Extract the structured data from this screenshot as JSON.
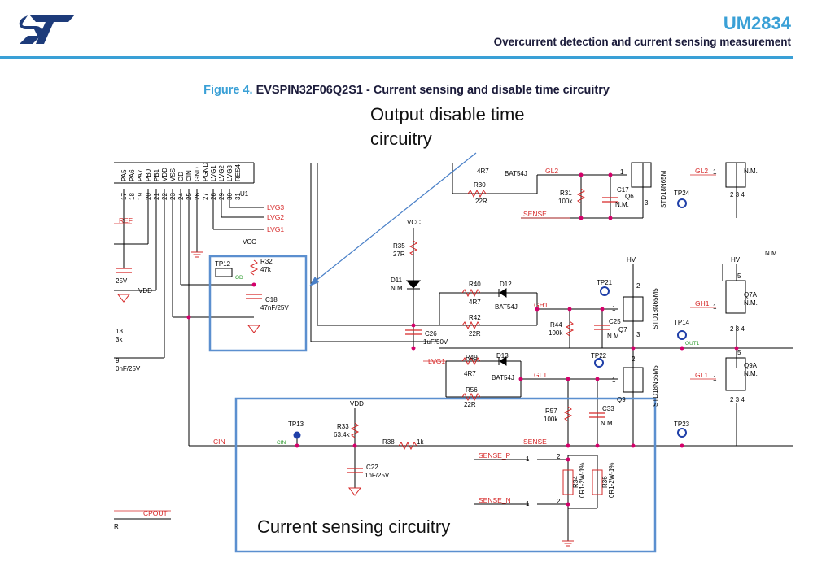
{
  "header": {
    "doc_id": "UM2834",
    "subtitle": "Overcurrent detection and current sensing measurement",
    "brand_color": "#3aa0d6"
  },
  "figure": {
    "number": "Figure 4.",
    "title": "EVSPIN32F06Q2S1 - Current sensing and disable time circuitry"
  },
  "callouts": {
    "output_disable_line1": "Output disable time",
    "output_disable_line2": "circuitry",
    "current_sensing": "Current sensing circuitry"
  },
  "ic_pins": {
    "names": [
      "PA5",
      "PA6",
      "PA7",
      "PB0",
      "PB1",
      "VDD",
      "VSS",
      "OD",
      "CIN",
      "GND",
      "PGND",
      "LVG1",
      "LVG2",
      "LVG3",
      "RES4"
    ],
    "numbers": [
      "17",
      "18",
      "19",
      "20",
      "21",
      "22",
      "23",
      "24",
      "25",
      "26",
      "27",
      "28",
      "29",
      "30",
      "31"
    ],
    "ref": "U1"
  },
  "nets": {
    "lvg3": "LVG3",
    "lvg2": "LVG2",
    "lvg1": "LVG1",
    "ref": "REF",
    "vdd_left": "VDD",
    "vcc_top": "VCC",
    "vcc_mid": "VCC",
    "hv1": "HV",
    "hv2": "HV",
    "vdd_sense": "VDD",
    "gl2": "GL2",
    "gl2_right": "GL2",
    "sense_top": "SENSE",
    "gh1": "GH1",
    "gh1_right": "GH1",
    "gl1": "GL1",
    "gl1_right": "GL1",
    "lvg1_mid": "LVG1",
    "cin": "CIN",
    "sense": "SENSE",
    "sense_p": "SENSE_P",
    "sense_n": "SENSE_N",
    "cpout": "CPOUT",
    "od_green": "OD",
    "cin_green": "CIN",
    "out1_green": "OUT1"
  },
  "components": {
    "tp12": "TP12",
    "r32": "R32",
    "r32_val": "47k",
    "c18": "C18",
    "c18_val": "47nF/25V",
    "r35": "R35",
    "r35_val": "27R",
    "d11": "D11",
    "d11_val": "N.M.",
    "c26": "C26",
    "c26_val": "1uF/50V",
    "r40": "R40",
    "r40_val": "4R7",
    "d12": "D12",
    "d12_val": "BAT54J",
    "r42": "R42",
    "r42_val": "22R",
    "r44": "R44",
    "r44_val": "100k",
    "tp21": "TP21",
    "c25": "C25",
    "c25_val": "N.M.",
    "q7": "Q7",
    "q7_part": "STD18N65M5",
    "r49": "R49",
    "r49_val": "4R7",
    "d13": "D13",
    "d13_val": "BAT54J",
    "r56": "R56",
    "r56_val": "22R",
    "tp22": "TP22",
    "r57": "R57",
    "r57_val": "100k",
    "c33": "C33",
    "c33_val": "N.M.",
    "q9": "Q9",
    "q9_part": "STD18N65M5",
    "r30": "R30",
    "r30_val": "22R",
    "r_top_val": "4R7",
    "d_top_val": "BAT54J",
    "r31": "R31",
    "r31_val": "100k",
    "c17": "C17",
    "c17_val": "N.M.",
    "q6": "Q6",
    "q6_part": "STD18N65M",
    "tp24": "TP24",
    "tp14": "TP14",
    "q7a": "Q7A",
    "q7a_val": "N.M.",
    "q9a": "Q9A",
    "q9a_val": "N.M.",
    "q_top_val": "N.M.",
    "nm_right": "N.M.",
    "tp13": "TP13",
    "r33": "R33",
    "r33_val": "63.4k",
    "c22": "C22",
    "c22_val": "1nF/25V",
    "r38": "R38",
    "r38_val": "1k",
    "tp23": "TP23",
    "r34": "R34",
    "r34_val": "0R1-2W-1%",
    "r36": "R36",
    "r36_val": "0R1-2W-1%"
  },
  "left_partial": {
    "v25": "25V",
    "n13": "13",
    "k3": "3k",
    "n9": "9",
    "nf25": "0nF/25V",
    "r": "R"
  },
  "pin_numbers": {
    "p1": "1",
    "p2": "2",
    "p3": "3",
    "p4": "4",
    "p5": "5",
    "p234": "2 3 4"
  },
  "colors": {
    "wire": "#000000",
    "net_label": "#d62828",
    "junction": "#d4006a",
    "box": "#5b8fcf",
    "testpoint": "#1f3fa8"
  }
}
